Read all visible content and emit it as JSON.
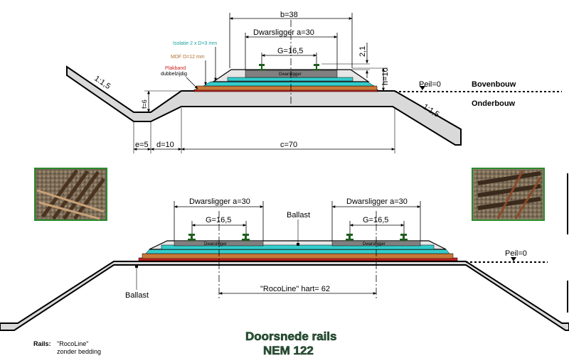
{
  "top_section": {
    "dim_b": "b=38",
    "dim_sleeper": "Dwarsligger a=30",
    "dim_gauge": "G=16,5",
    "dim_rail_height": "2,1",
    "dim_height": "h=10",
    "sleeper_label": "Dwarsligger",
    "legend_isolation": "Isolatie 2 x D=3 mm",
    "legend_mdf": "MDF D=12 mm",
    "legend_tape_line1": "Plakband",
    "legend_tape_line2": "dubbelzijdig",
    "slope_left": "1:1,5",
    "slope_right": "1:1,5",
    "dim_f": "f=6",
    "dim_e": "e=5",
    "dim_d": "d=10",
    "dim_c": "c=70",
    "peil": "Peil=0",
    "bovenbouw": "Bovenbouw",
    "onderbouw": "Onderbouw"
  },
  "bottom_section": {
    "dim_sleeper_left": "Dwarsligger a=30",
    "dim_sleeper_right": "Dwarsligger a=30",
    "dim_gauge_left": "G=16,5",
    "dim_gauge_right": "G=16,5",
    "ballast_top": "Ballast",
    "ballast_bottom": "Ballast",
    "sleeper_left": "Dwarsligger",
    "sleeper_right": "Dwarsligger",
    "rocoline": "\"RocoLine\" hart= 62",
    "peil": "Peil=0"
  },
  "title_line1": "Doorsnede rails",
  "title_line2": "NEM 122",
  "footnote_label": "Rails:",
  "footnote_line1": "\"RocoLine\"",
  "footnote_line2": "zonder bedding",
  "colors": {
    "ground": "#d9d9d9",
    "sleeper": "#808080",
    "cyan": "#33cccc",
    "mdf": "#c87838",
    "tape": "#cc2020",
    "rail": "#1f5e1f",
    "title": "#2e5a3a"
  }
}
